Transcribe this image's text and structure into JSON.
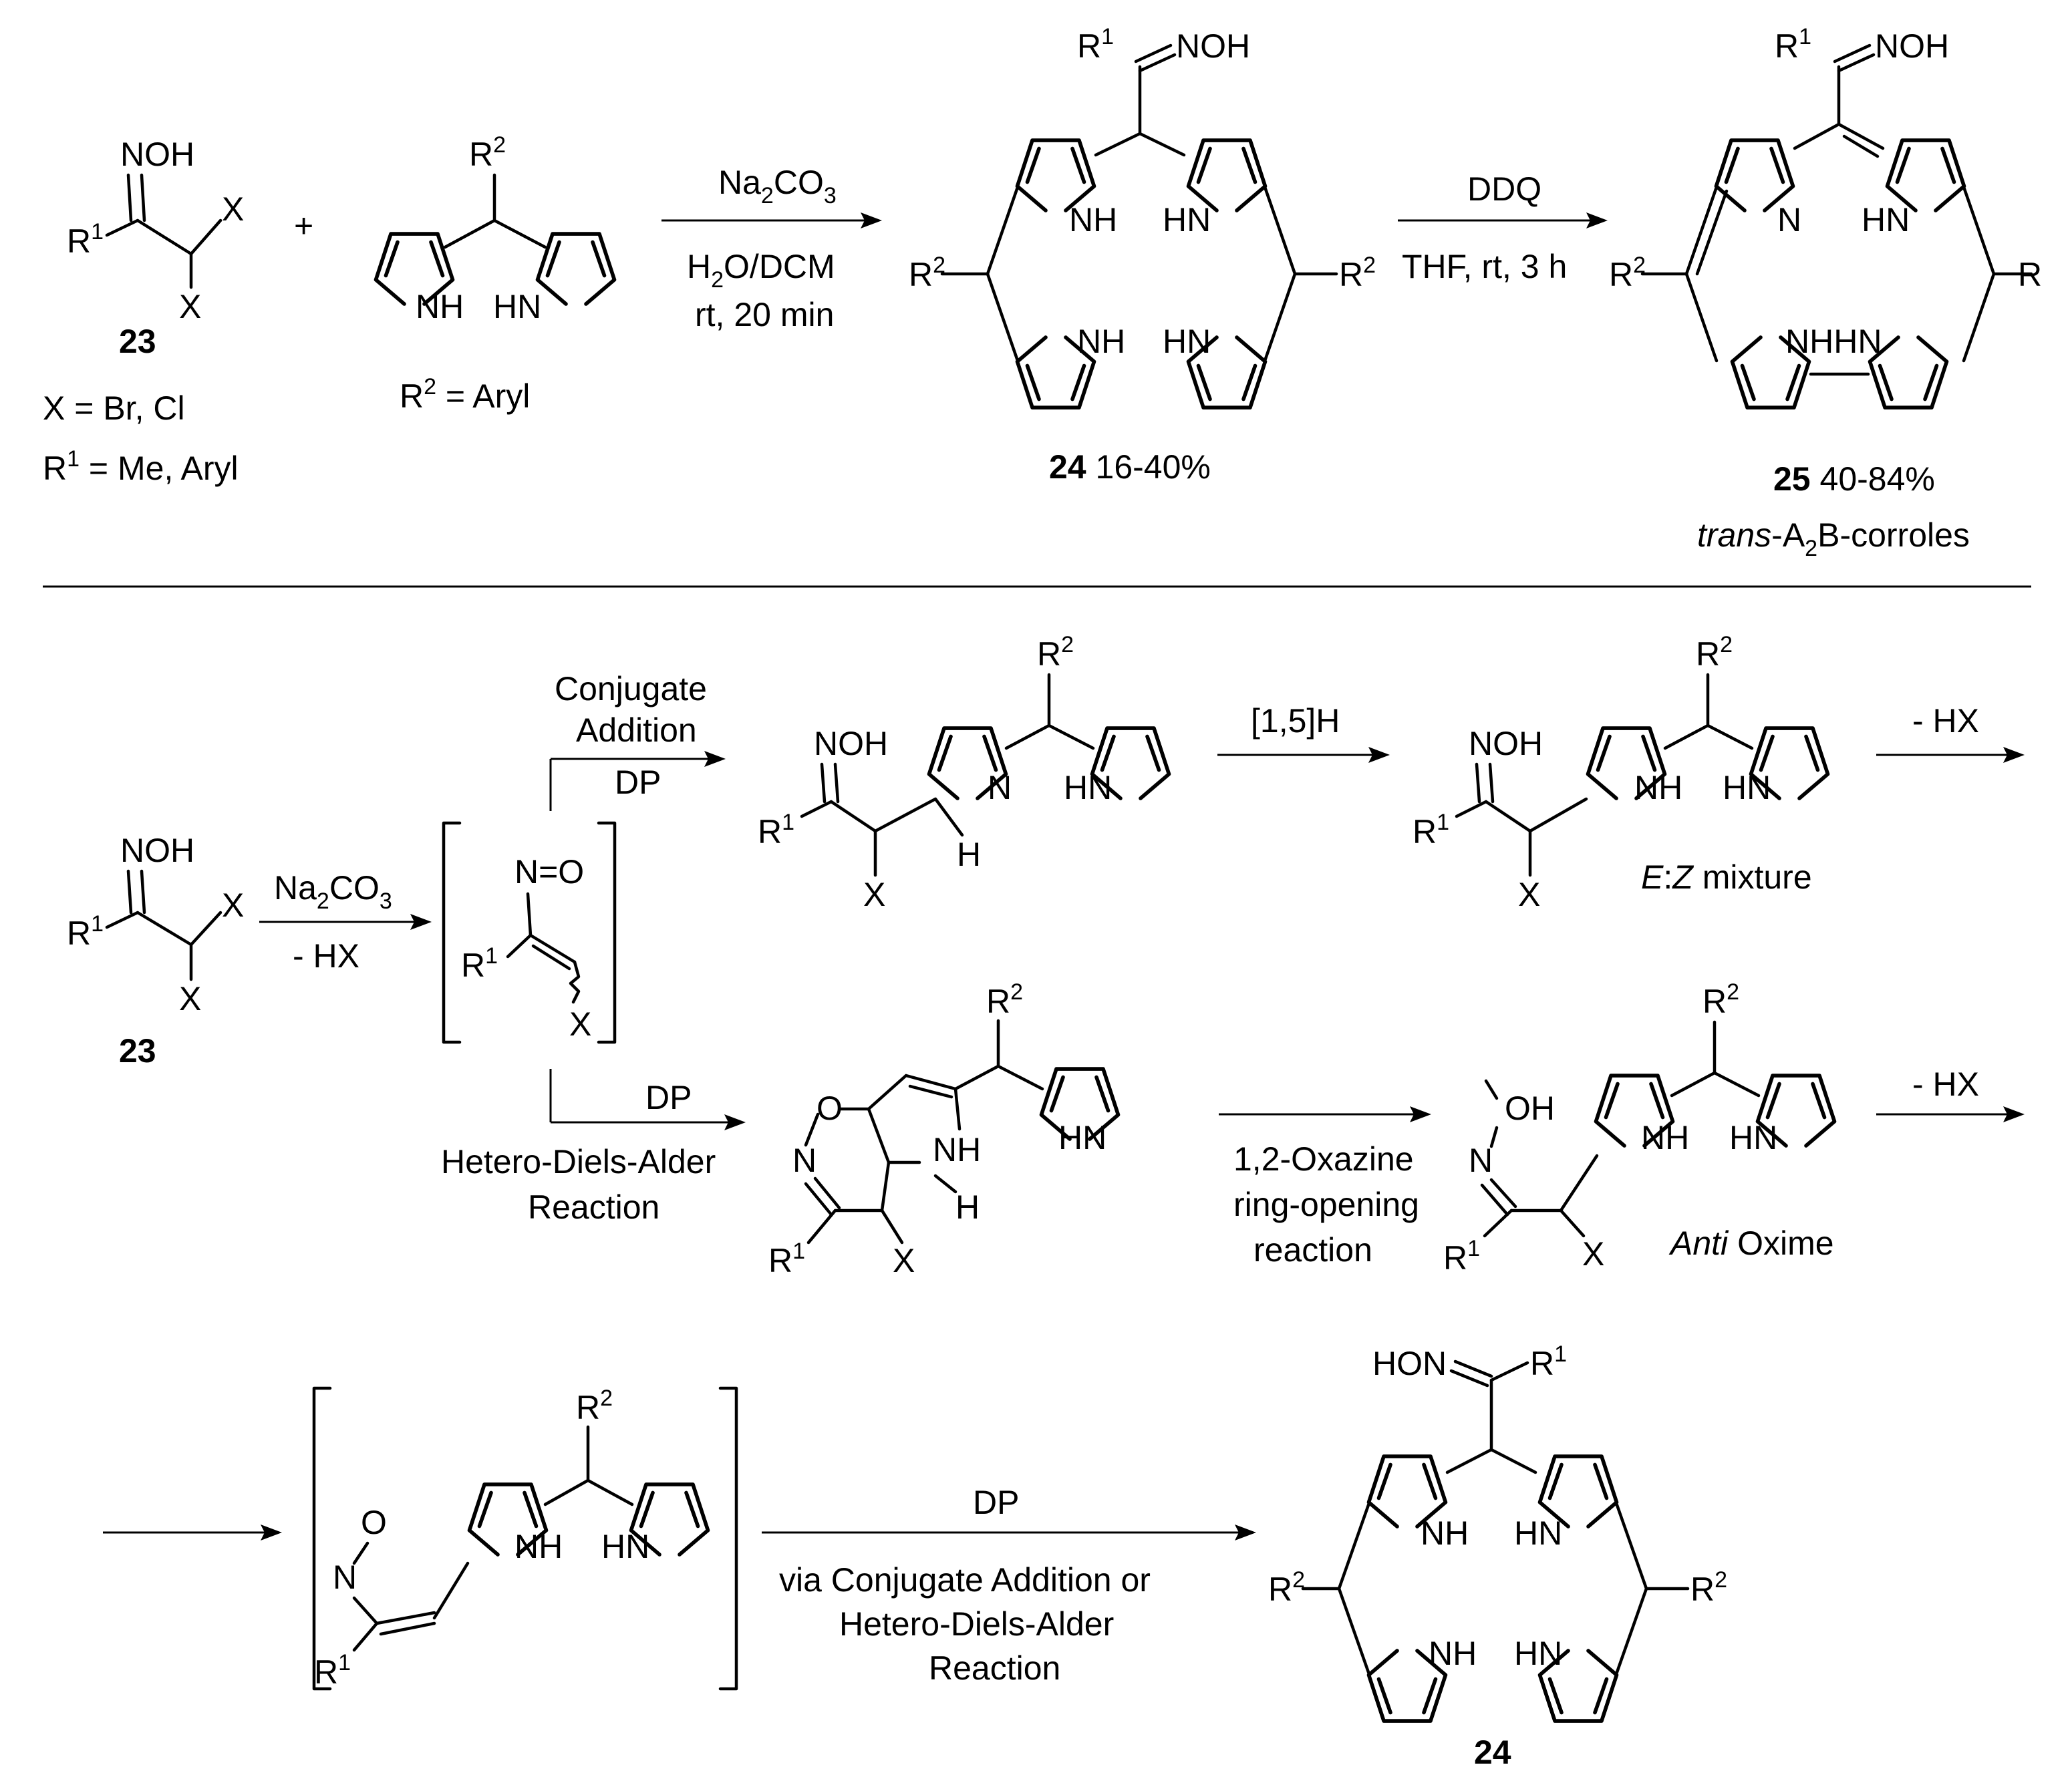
{
  "colors": {
    "ink": "#000000",
    "background": "#ffffff"
  },
  "top_scheme": {
    "reactant_23": {
      "oxime": "NOH",
      "r1": "R",
      "r1_sup": "1",
      "x": "X",
      "number": "23",
      "note_x": "X = Br, Cl",
      "note_r1_a": "R",
      "note_r1_sup": "1",
      "note_r1_b": " = Me, Aryl"
    },
    "plus": "+",
    "reactant_dp": {
      "r2": "R",
      "r2_sup": "2",
      "nh": "NH",
      "hn": "HN",
      "note_a": "R",
      "note_sup": "2",
      "note_b": " = Aryl"
    },
    "arrow1": {
      "reagent_a": "Na",
      "reagent_sub1": "2",
      "reagent_b": "CO",
      "reagent_sub2": "3",
      "solvent_a": "H",
      "solvent_sub": "2",
      "solvent_b": "O/DCM",
      "conditions": "rt, 20 min"
    },
    "product_24": {
      "oxime": "NOH",
      "number": "24",
      "yield": " 16-40%"
    },
    "arrow2": {
      "reagent": "DDQ",
      "conditions": "THF, rt, 3 h"
    },
    "product_25": {
      "oxime": "NOH",
      "n": "N",
      "nhhn": "NHHN",
      "number": "25",
      "yield": " 40-84%",
      "class_a": "trans",
      "class_b": "-A",
      "class_sub": "2",
      "class_c": "B-corroles"
    }
  },
  "mechanism": {
    "start_23": {
      "oxime": "NOH",
      "x": "X",
      "number": "23"
    },
    "arrow_base": {
      "reagent_a": "Na",
      "reagent_sub1": "2",
      "reagent_b": "CO",
      "reagent_sub2": "3",
      "loss": "- HX"
    },
    "nitrosoalkene": {
      "nitroso": "N=O"
    },
    "path_conjugate": {
      "label_1": "Conjugate",
      "label_2": "Addition",
      "reagent": "DP"
    },
    "adduct_2h": {
      "oxime": "NOH",
      "n": "N",
      "h": "H",
      "hn": "HN",
      "x": "X"
    },
    "arrow_shift": {
      "label": "[1,5]H"
    },
    "adduct_ez": {
      "oxime": "NOH",
      "nh": "NH",
      "hn": "HN",
      "x": "X",
      "note_a": "E",
      "note_b": ":",
      "note_c": "Z",
      "note_d": " mixture"
    },
    "arrow_loss1": {
      "label": "- HX"
    },
    "path_hda": {
      "reagent": "DP",
      "label_1": "Hetero-Diels-Alder",
      "label_2": "Reaction"
    },
    "oxazine": {
      "o": "O",
      "n": "N",
      "nh": "NH",
      "h": "H",
      "hn": "HN",
      "x": "X"
    },
    "arrow_open": {
      "label_1": "1,2-Oxazine",
      "label_2": "ring-opening",
      "label_3": "reaction"
    },
    "anti_oxime": {
      "oh": "OH",
      "n": "N",
      "nh": "NH",
      "hn": "HN",
      "x": "X",
      "note_a": "Anti",
      "note_b": " Oxime"
    },
    "arrow_loss2": {
      "label": "- HX"
    },
    "nitroso_intermediate": {
      "o": "O",
      "n": "N",
      "nh": "NH",
      "hn": "HN"
    },
    "arrow_final": {
      "reagent": "DP",
      "label_1": "via Conjugate Addition or",
      "label_2": "Hetero-Diels-Alder",
      "label_3": "Reaction"
    },
    "product_24b": {
      "oxime": "HON",
      "nh": "NH",
      "hn": "HN",
      "number": "24"
    }
  },
  "labels": {
    "r": "R",
    "sup1": "1",
    "sup2": "2",
    "x": "X"
  }
}
